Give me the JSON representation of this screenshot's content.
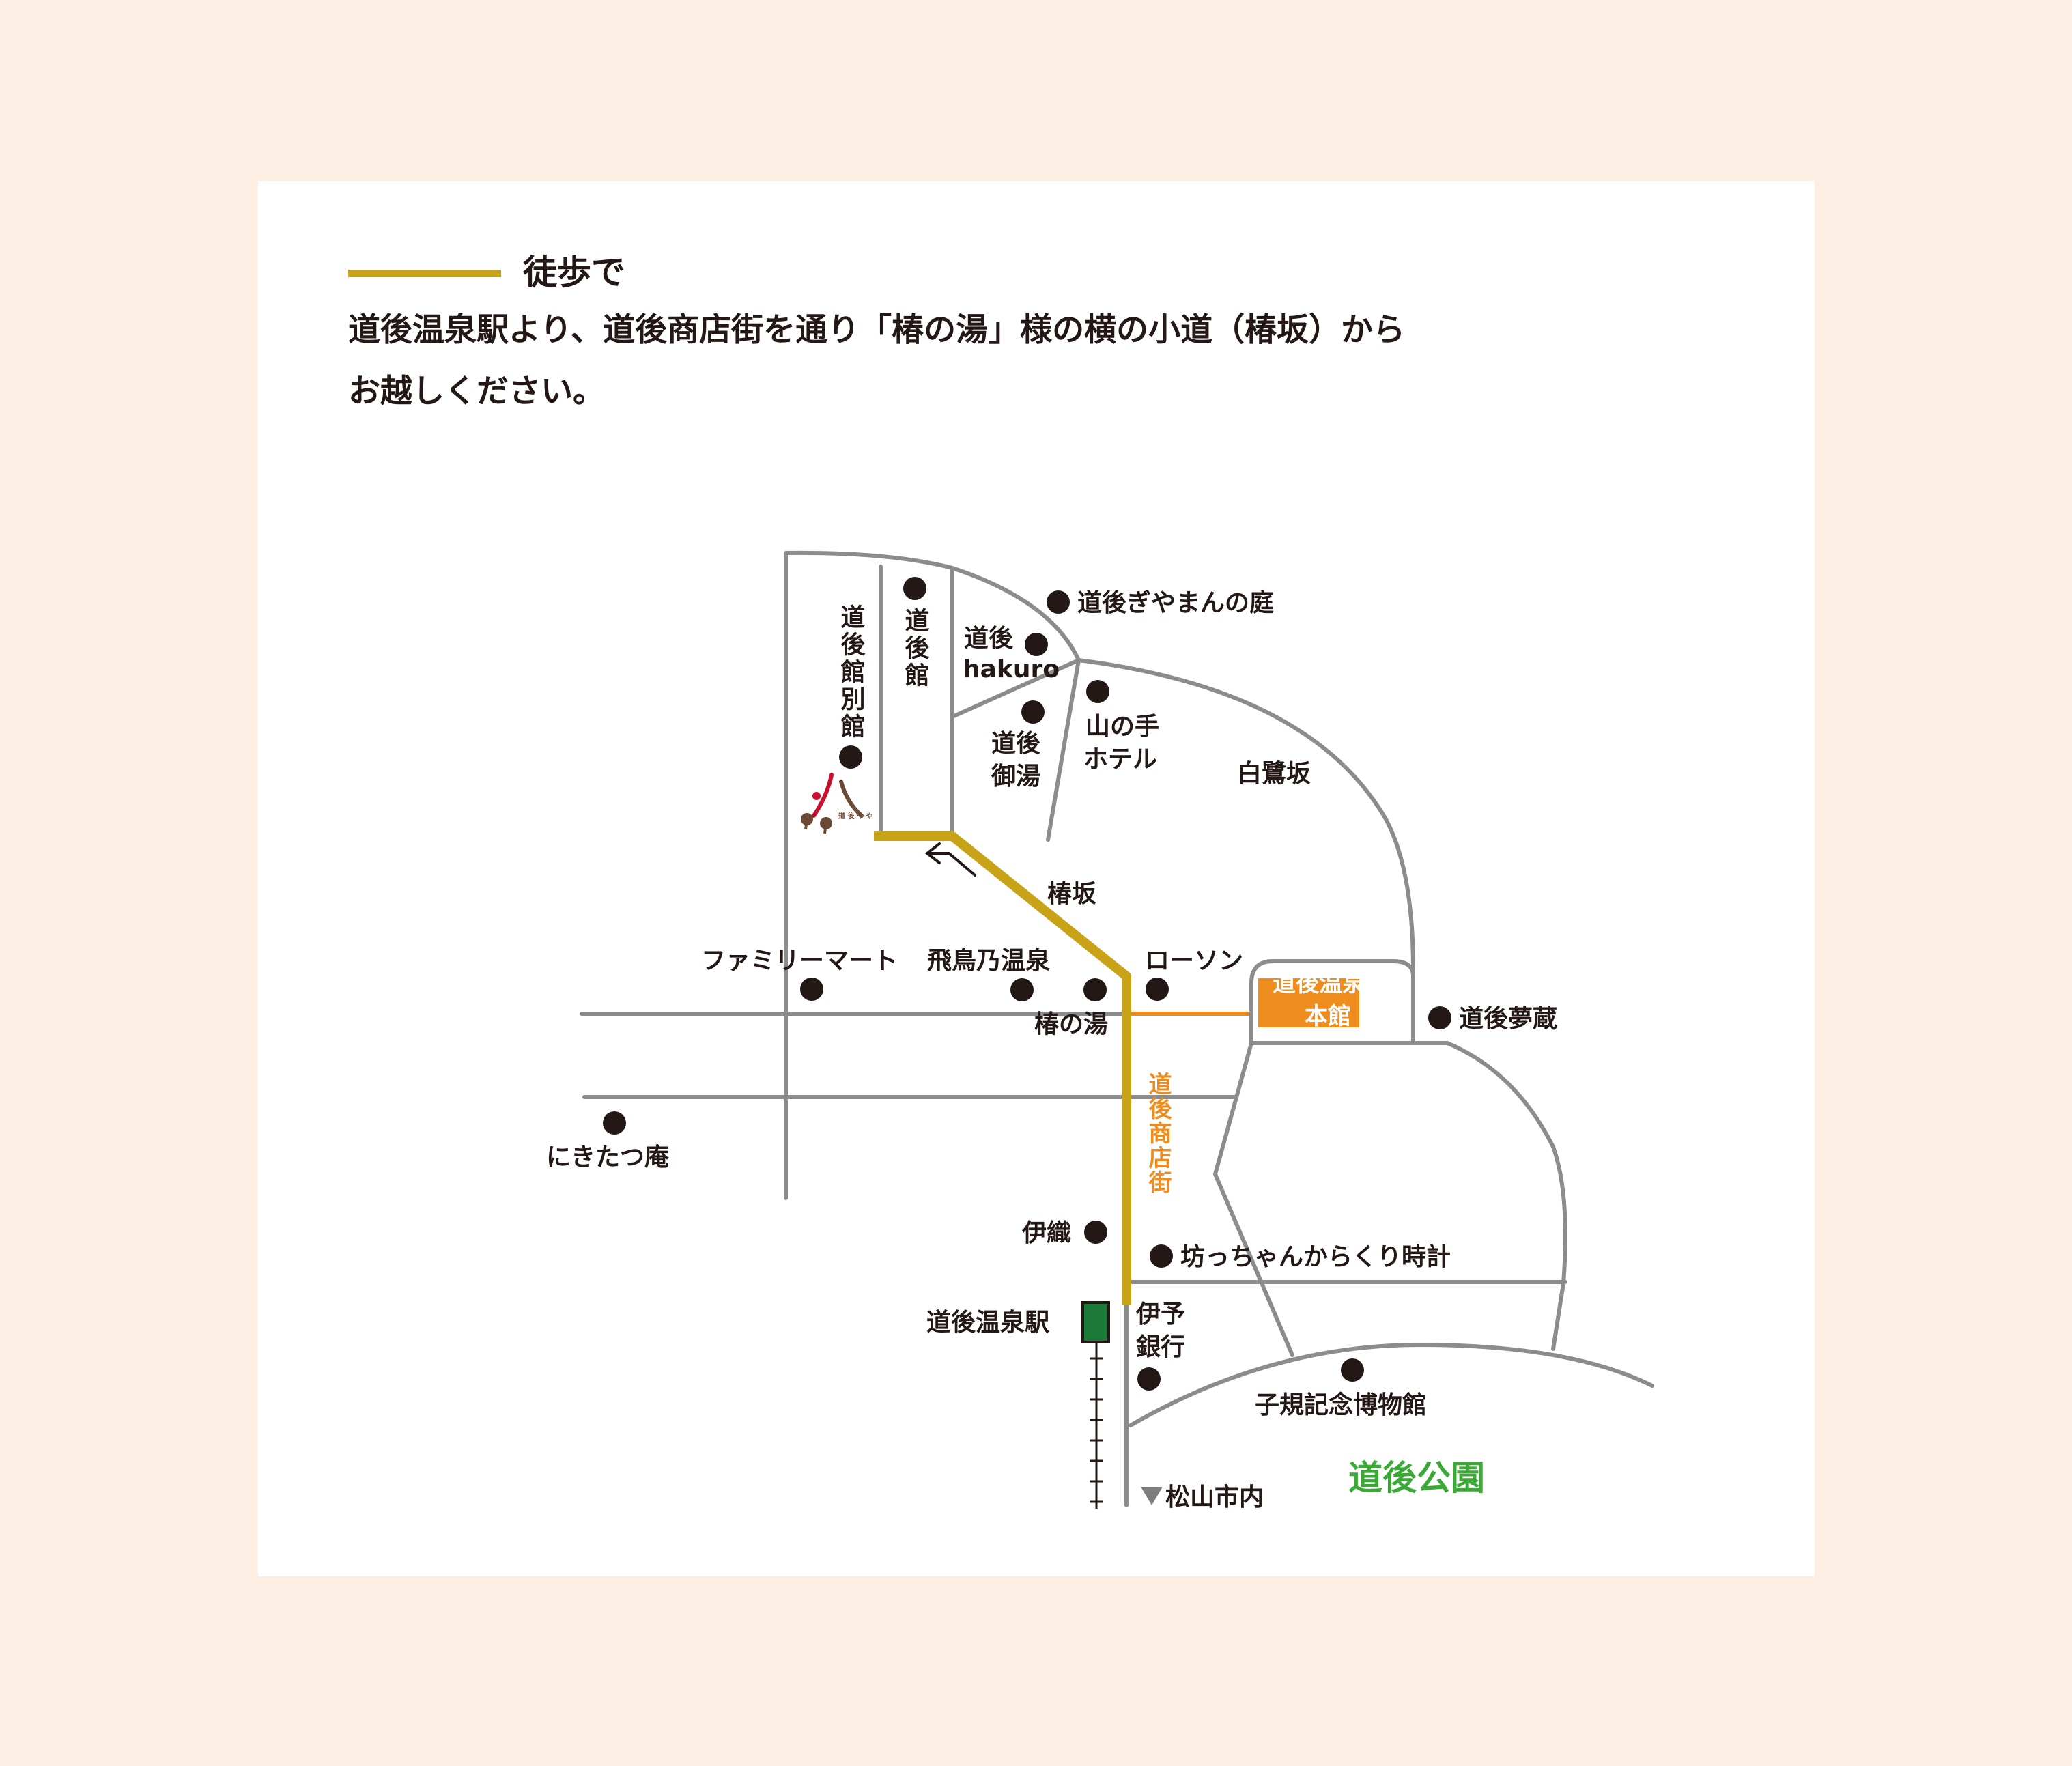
{
  "legend": {
    "label": "徒歩で",
    "line_color": "#c9a317"
  },
  "description": {
    "line1": "道後温泉駅より、道後商店街を通り「椿の湯」様の横の小道（椿坂）から",
    "line2": "お越しください。"
  },
  "colors": {
    "background": "#fdeee4",
    "card": "#ffffff",
    "road": "#8c8c8c",
    "walk_route": "#c9a317",
    "orange": "#ee8c1e",
    "station": "#1b7a37",
    "park_text": "#3aa935",
    "marker": "#231815",
    "hotel_logo_red": "#c8102e",
    "hotel_logo_brown": "#6b4a35"
  },
  "icons": {
    "marker": "filled-circle-icon",
    "station": "station-icon",
    "direction": "triangle-down-icon",
    "turn": "turn-arrow-icon",
    "hotel": "hotel-logo-icon"
  },
  "hotel_logo": {
    "small_text": "道 後 や や"
  },
  "labels": {
    "dogokan_bekkan": "道後館別館",
    "dogokan": "道後館",
    "gyaman": "道後ぎやまんの庭",
    "hakuro_1": "道後",
    "hakuro_2": "hakuro",
    "yamanote_1": "山の手",
    "yamanote_2": "ホテル",
    "goyu_1": "道後",
    "goyu_2": "御湯",
    "shirasagi": "白鷺坂",
    "tsubakizaka": "椿坂",
    "familymart": "ファミリーマート",
    "asuka": "飛鳥乃温泉",
    "lawson": "ローソン",
    "honkan_1": "道後温泉",
    "honkan_2": "本館",
    "tsubaki_no_yu": "椿の湯",
    "yumekura": "道後夢蔵",
    "shotengai": "道後商店街",
    "nikitatsu": "にきたつ庵",
    "ori": "伊織",
    "karakuri": "坊っちゃんからくり時計",
    "station": "道後温泉駅",
    "iyo_1": "伊予",
    "iyo_2": "銀行",
    "shiki": "子規記念博物館",
    "matsuyama": "松山市内",
    "park": "道後公園"
  }
}
